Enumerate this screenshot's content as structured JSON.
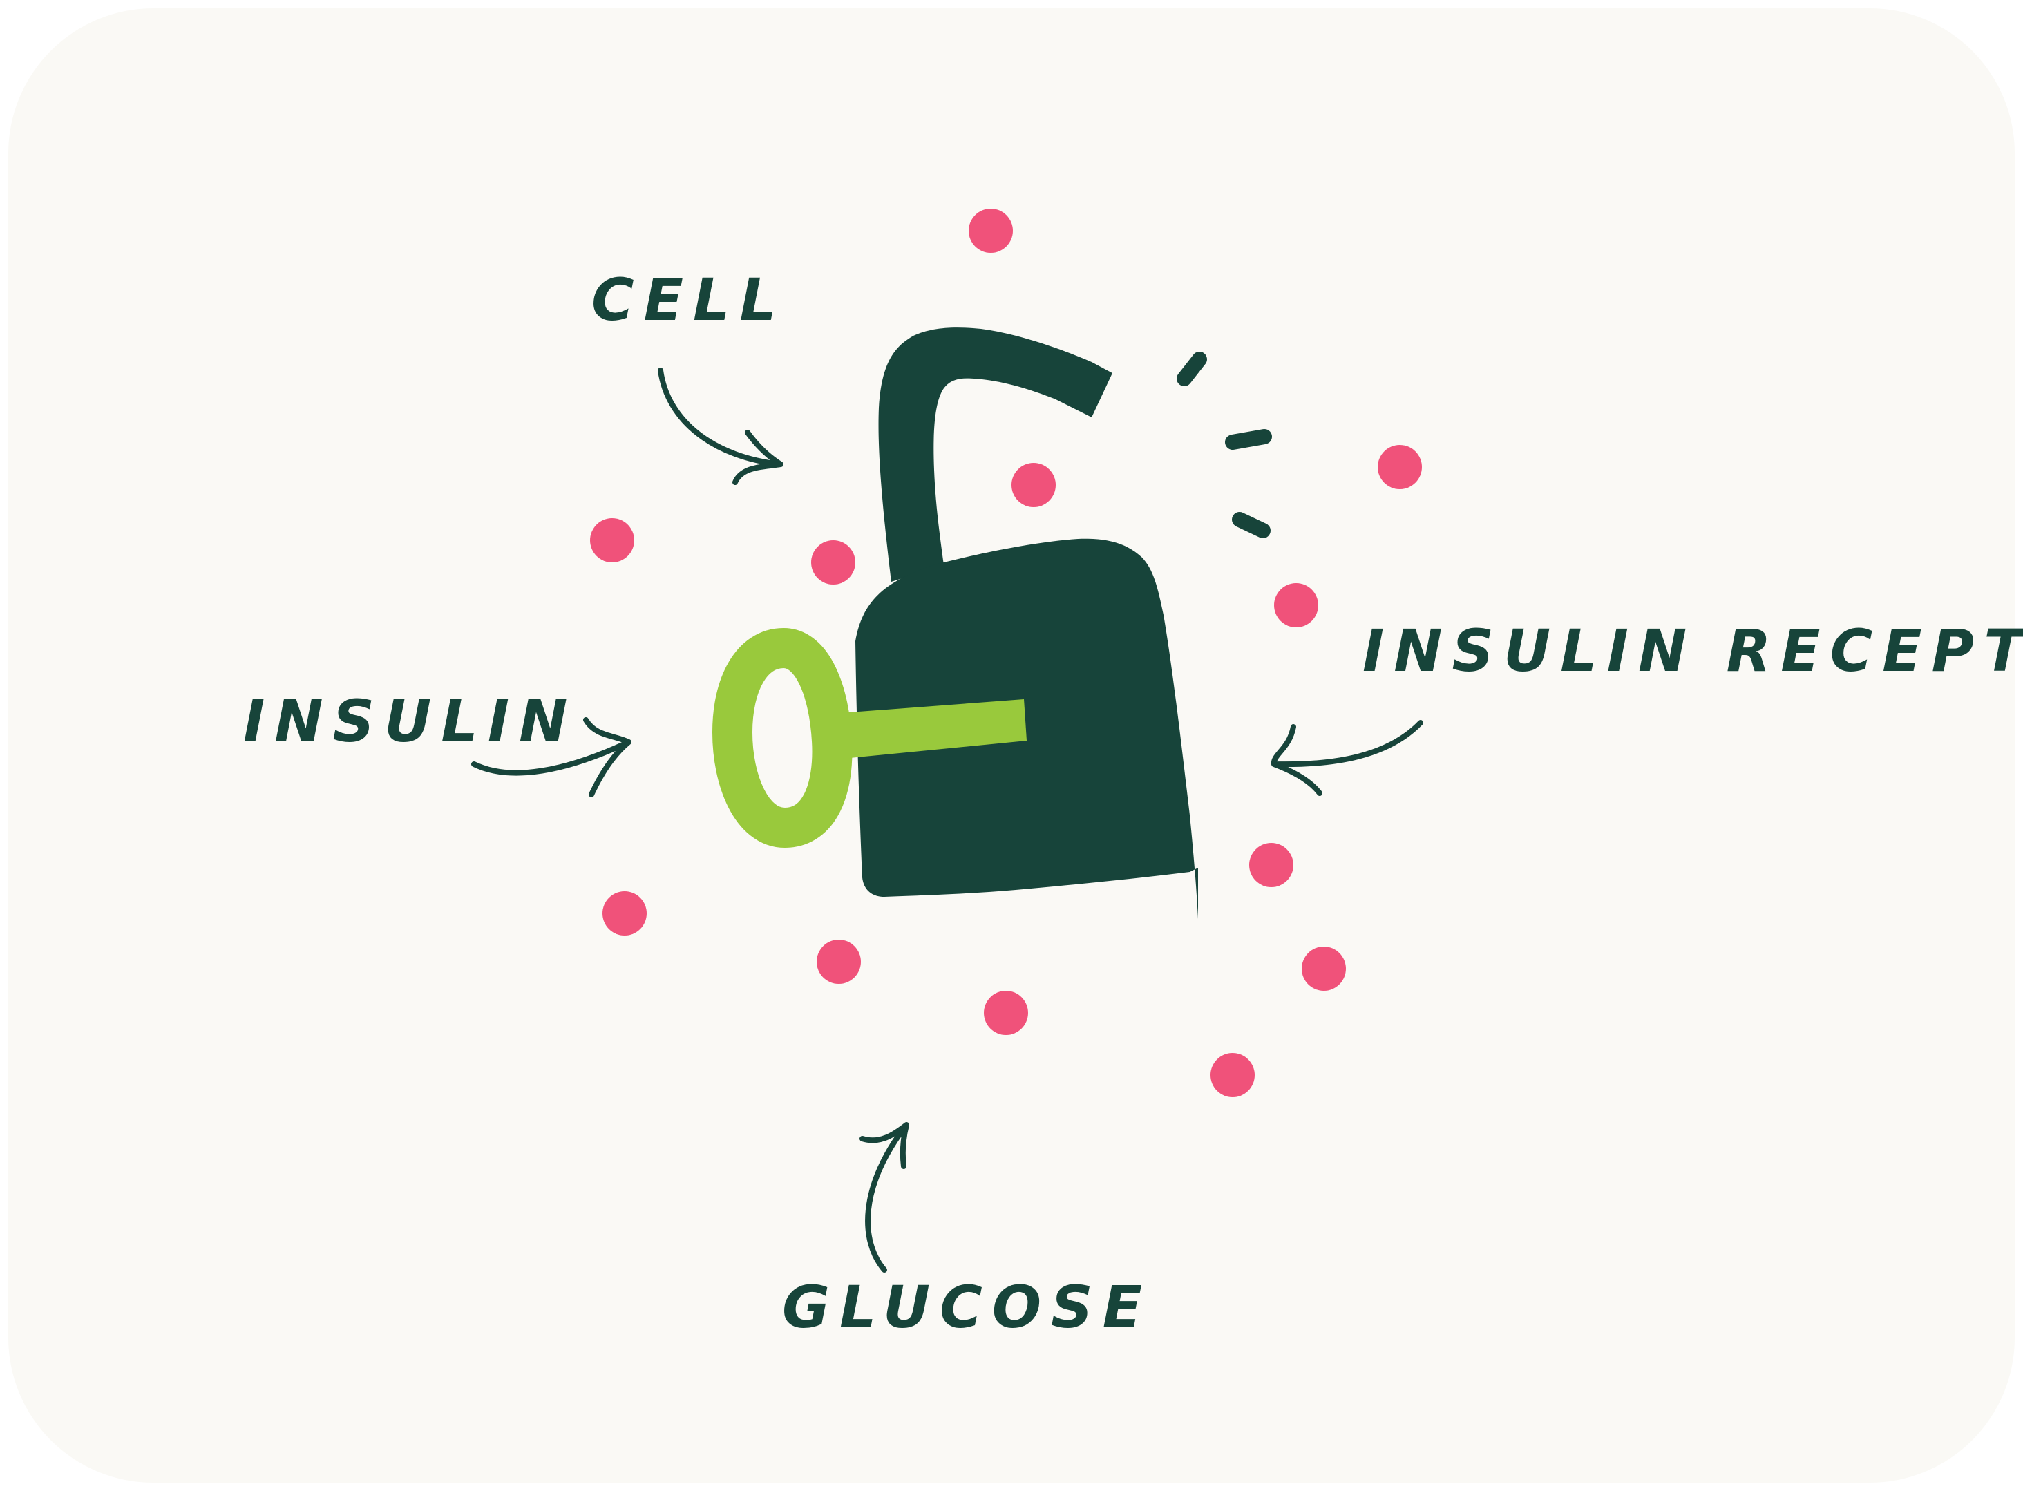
{
  "colors": {
    "background": "#faf9f5",
    "lock": "#17443a",
    "key": "#99c93c",
    "glucose_dot": "#f0527a",
    "label_text": "#17443a"
  },
  "icons": {
    "lock": "padlock-open-icon",
    "key": "key-icon",
    "glucose": "dot-icon"
  },
  "labels": {
    "cell": "CELL",
    "insulin": "INSULIN",
    "insulin_receptor": "INSULIN RECEPTOR",
    "glucose": "GLUCOSE"
  }
}
